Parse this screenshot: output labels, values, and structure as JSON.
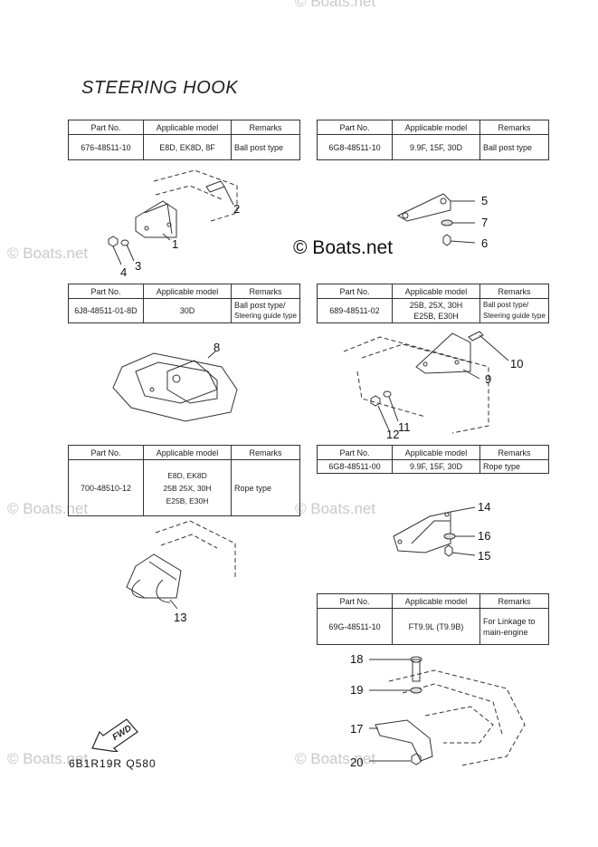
{
  "page": {
    "title": "STEERING HOOK",
    "footer_code": "6B1R19R Q580"
  },
  "watermarks": {
    "corner": "© Boats.net",
    "center": "© Boats.net"
  },
  "fwd_label": "FWD",
  "table_headers": {
    "part_no": "Part No.",
    "applicable_model": "Applicable model",
    "remarks": "Remarks"
  },
  "tables": [
    {
      "part_no": "676-48511-10",
      "model": "E8D, EK8D, 8F",
      "remarks": "Ball post type"
    },
    {
      "part_no": "6G8-48511-10",
      "model": "9.9F, 15F, 30D",
      "remarks": "Ball post type"
    },
    {
      "part_no": "6J8-48511-01-8D",
      "model": "30D",
      "remarks_line1": "Ball post type/",
      "remarks_line2": "Steering guide type"
    },
    {
      "part_no": "689-48511-02",
      "model_line1": "25B, 25X, 30H",
      "model_line2": "E25B, E30H",
      "remarks_line1": "Ball post type/",
      "remarks_line2": "Steering guide type"
    },
    {
      "part_no": "700-48510-12",
      "model_line1": "E8D, EK8D",
      "model_line2": "25B 25X, 30H",
      "model_line3": "E25B, E30H",
      "remarks": "Rope type"
    },
    {
      "part_no": "6G8-48511-00",
      "model": "9.9F, 15F, 30D",
      "remarks": "Rope type"
    },
    {
      "part_no": "69G-48511-10",
      "model": "FT9.9L (T9.9B)",
      "remarks_line1": "For Linkage to",
      "remarks_line2": "main-engine"
    }
  ],
  "callouts": [
    "1",
    "2",
    "3",
    "4",
    "5",
    "6",
    "7",
    "8",
    "9",
    "10",
    "11",
    "12",
    "13",
    "14",
    "15",
    "16",
    "17",
    "18",
    "19",
    "20"
  ]
}
